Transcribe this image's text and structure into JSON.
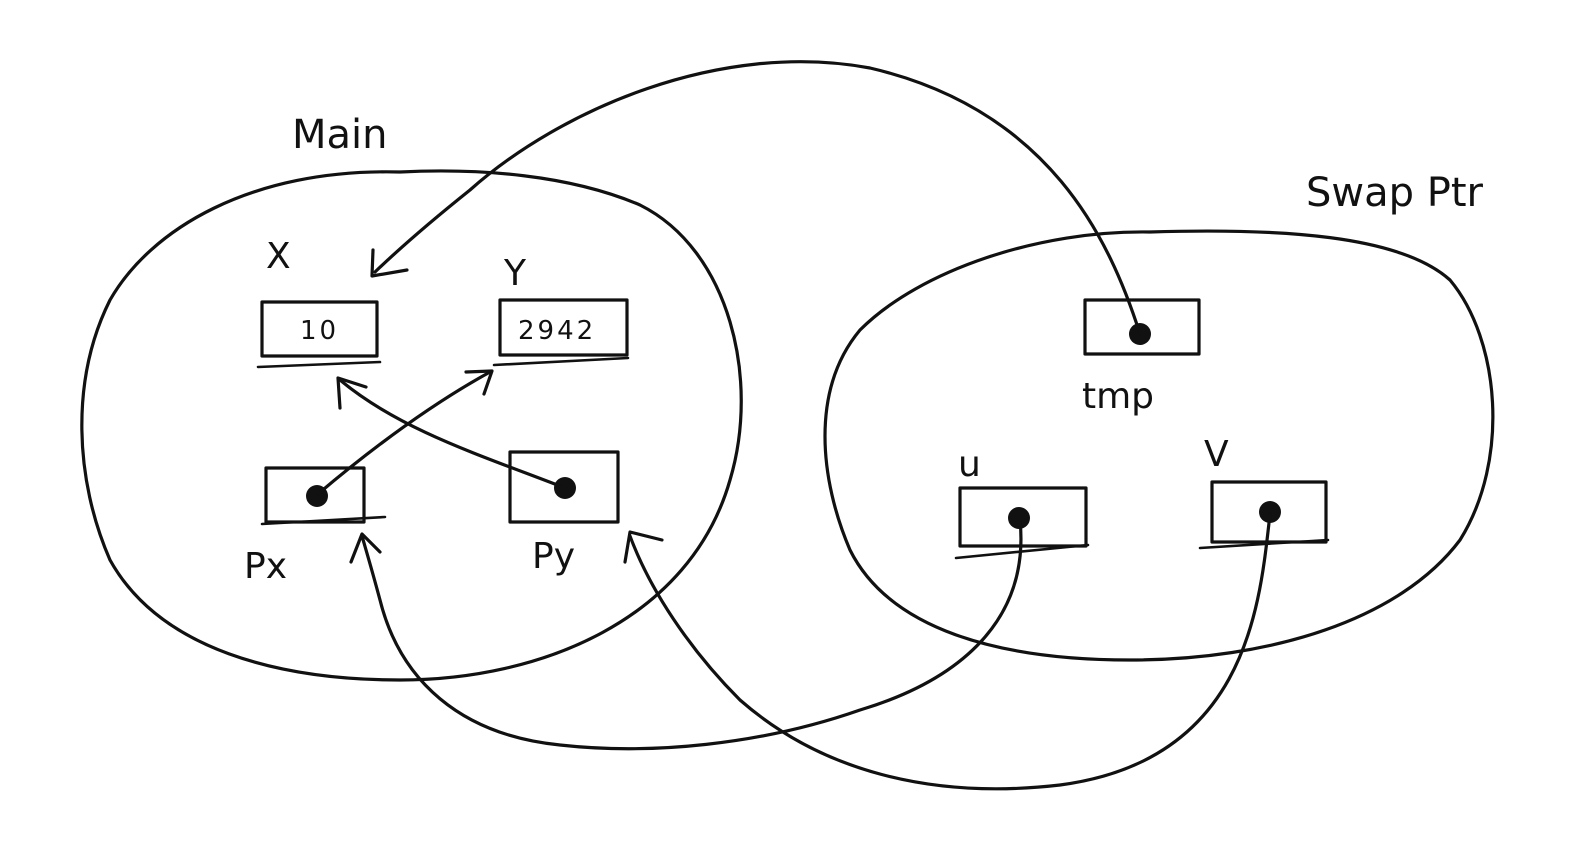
{
  "frames": {
    "main": {
      "title": "Main",
      "vars": {
        "x": {
          "label": "X",
          "value": "10"
        },
        "y": {
          "label": "Y",
          "value": "2942"
        },
        "px": {
          "label": "Px"
        },
        "py": {
          "label": "Py"
        }
      }
    },
    "swap": {
      "title": "Swap Ptr",
      "vars": {
        "tmp": {
          "label": "tmp"
        },
        "u": {
          "label": "u"
        },
        "v": {
          "label": "V"
        }
      }
    }
  },
  "pointers": [
    {
      "from": "px",
      "to": "y"
    },
    {
      "from": "py",
      "to": "x"
    },
    {
      "from": "tmp",
      "to": "x"
    },
    {
      "from": "u",
      "to": "px"
    },
    {
      "from": "v",
      "to": "py"
    }
  ],
  "colors": {
    "ink": "#111111",
    "paper": "#ffffff"
  }
}
